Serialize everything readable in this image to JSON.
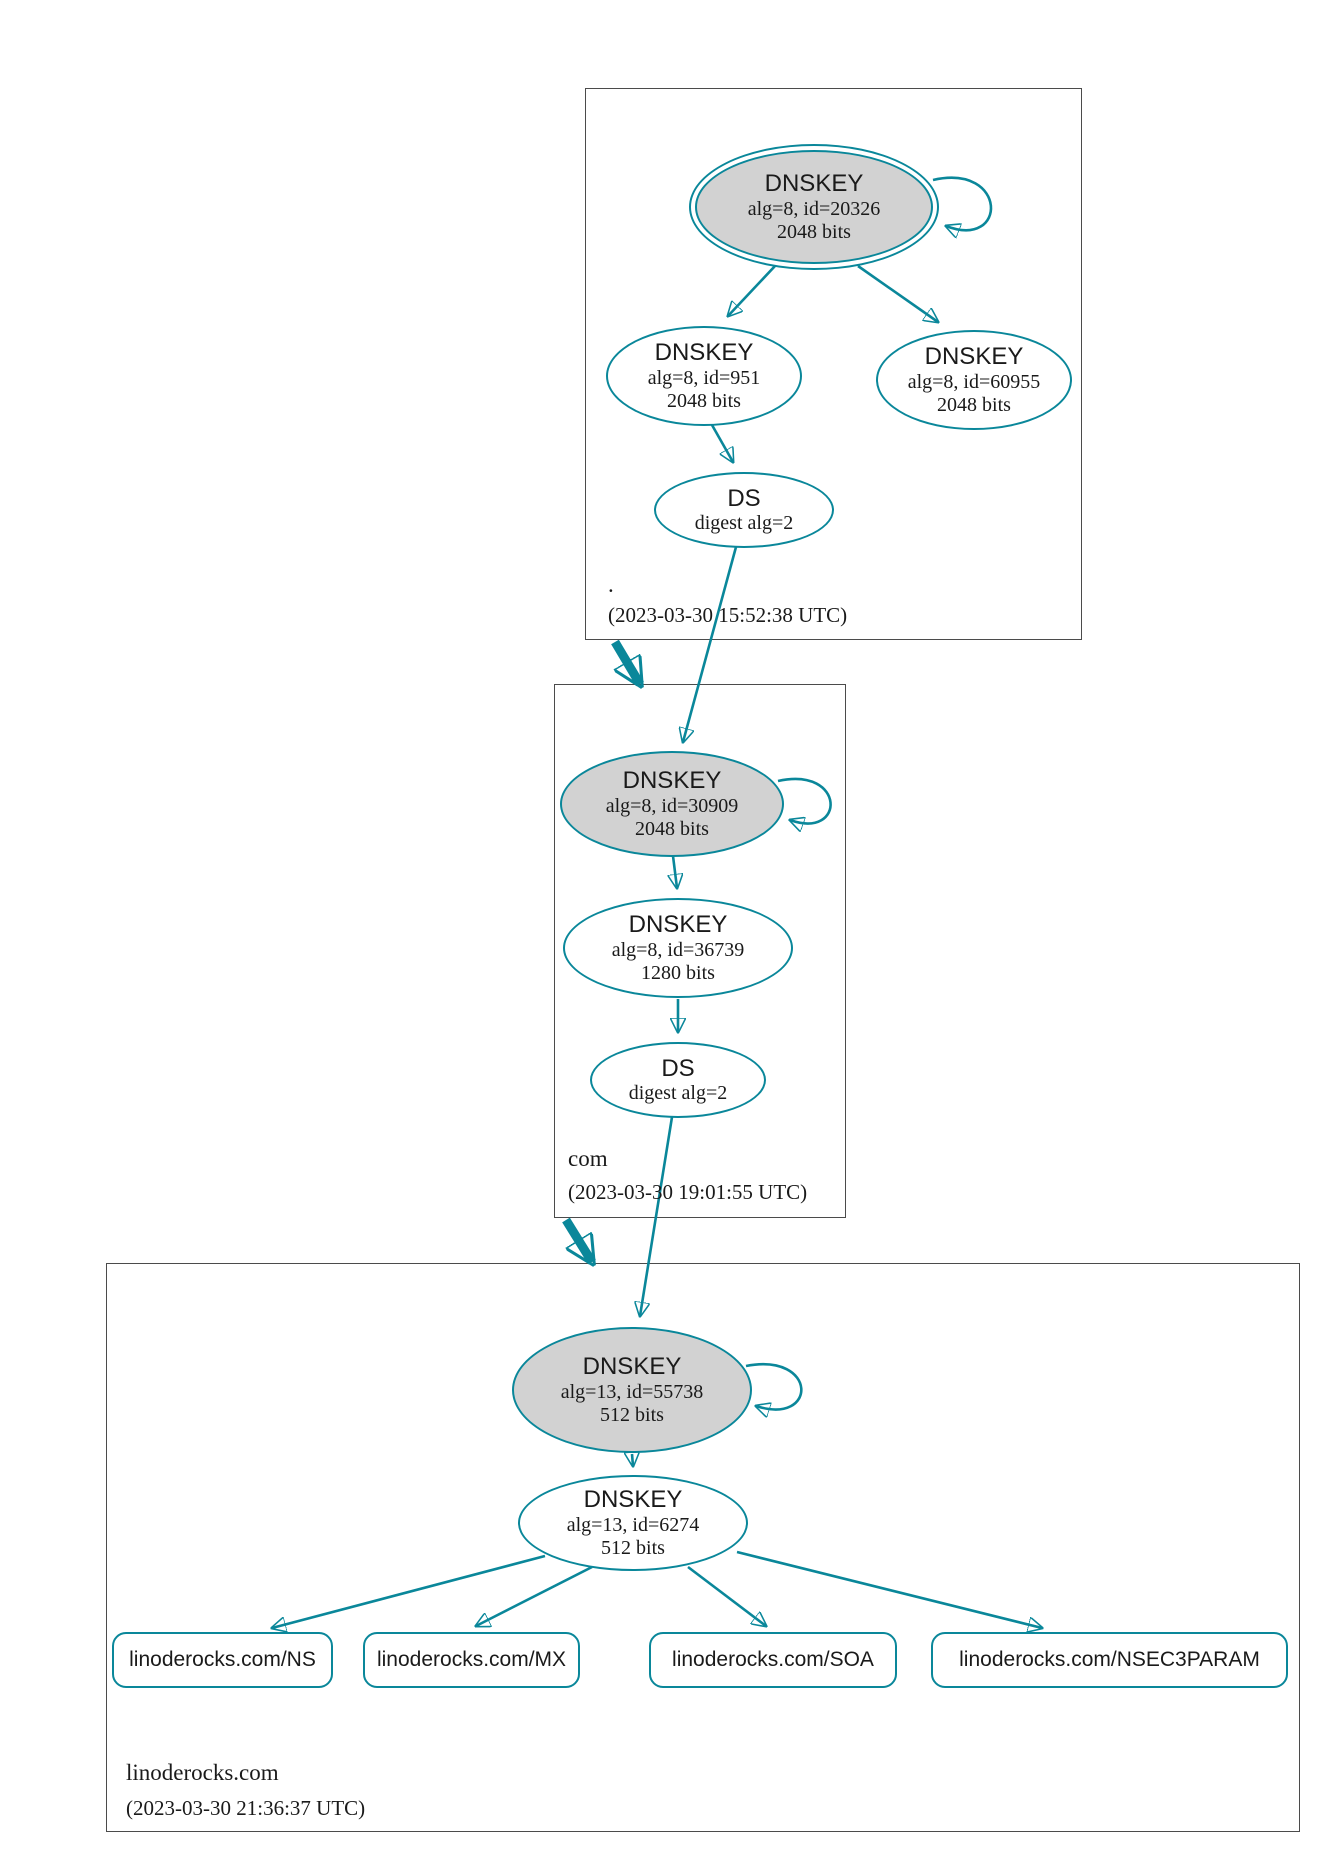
{
  "colors": {
    "edge_teal": "#0a879a",
    "node_fill": "#d2d2d2",
    "zone_border": "#4b4b4b",
    "ink": "#1a1a1a"
  },
  "zones": [
    {
      "label": ".",
      "timestamp": "(2023-03-30 15:52:38 UTC)",
      "nodes": {
        "ksk": {
          "title": "DNSKEY",
          "detail1": "alg=8, id=20326",
          "detail2": "2048 bits"
        },
        "zsk1": {
          "title": "DNSKEY",
          "detail1": "alg=8, id=951",
          "detail2": "2048 bits"
        },
        "zsk2": {
          "title": "DNSKEY",
          "detail1": "alg=8, id=60955",
          "detail2": "2048 bits"
        },
        "ds": {
          "title": "DS",
          "detail1": "digest alg=2"
        }
      }
    },
    {
      "label": "com",
      "timestamp": "(2023-03-30 19:01:55 UTC)",
      "nodes": {
        "ksk": {
          "title": "DNSKEY",
          "detail1": "alg=8, id=30909",
          "detail2": "2048 bits"
        },
        "zsk": {
          "title": "DNSKEY",
          "detail1": "alg=8, id=36739",
          "detail2": "1280 bits"
        },
        "ds": {
          "title": "DS",
          "detail1": "digest alg=2"
        }
      }
    },
    {
      "label": "linoderocks.com",
      "timestamp": "(2023-03-30 21:36:37 UTC)",
      "nodes": {
        "ksk": {
          "title": "DNSKEY",
          "detail1": "alg=13, id=55738",
          "detail2": "512 bits"
        },
        "zsk": {
          "title": "DNSKEY",
          "detail1": "alg=13, id=6274",
          "detail2": "512 bits"
        }
      },
      "records": [
        "linoderocks.com/NS",
        "linoderocks.com/MX",
        "linoderocks.com/SOA",
        "linoderocks.com/NSEC3PARAM"
      ]
    }
  ]
}
